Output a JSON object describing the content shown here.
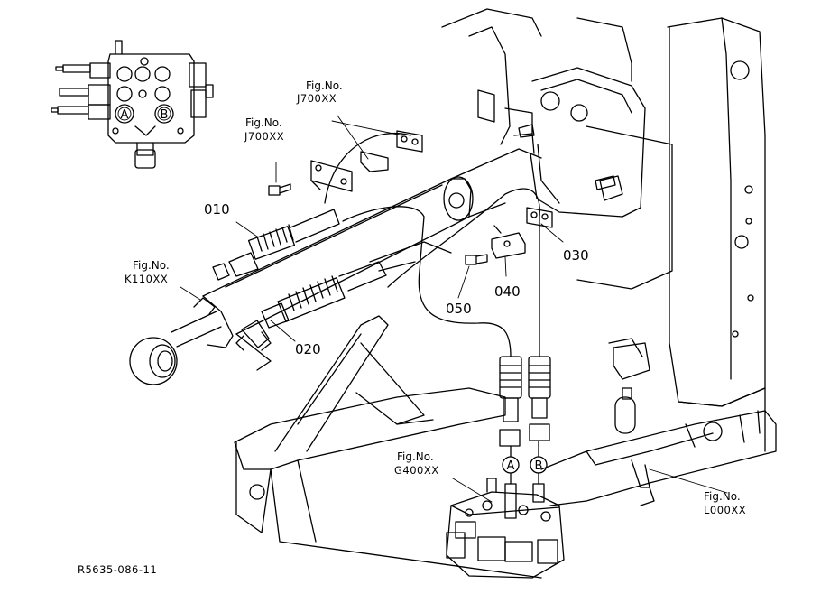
{
  "drawing_code": "R5635-086-11",
  "part_numbers": {
    "p010": "010",
    "p020": "020",
    "p030": "030",
    "p040": "040",
    "p050": "050"
  },
  "fig_refs": {
    "j700_upper": {
      "title": "Fig.No.",
      "code": "J700XX"
    },
    "j700_left": {
      "title": "Fig.No.",
      "code": "J700XX"
    },
    "k110": {
      "title": "Fig.No.",
      "code": "K110XX"
    },
    "g400": {
      "title": "Fig.No.",
      "code": "G400XX"
    },
    "l000": {
      "title": "Fig.No.",
      "code": "L000XX"
    }
  },
  "ports": {
    "a": "A",
    "b": "B"
  },
  "inset_ports": {
    "a": "A",
    "b": "B"
  }
}
